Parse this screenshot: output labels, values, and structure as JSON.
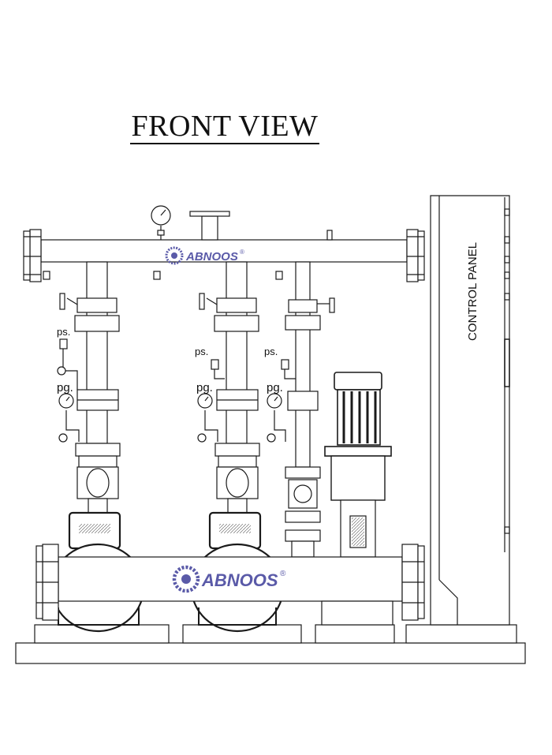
{
  "title": "FRONT VIEW",
  "brand": {
    "name": "ABNOOS",
    "reg_mark": "®",
    "color": "#5a5aa8"
  },
  "panel_label": "CONTROL PANEL",
  "instrument_labels": {
    "pressure_switch": "ps.",
    "pressure_gauge": "pg."
  },
  "colors": {
    "line": "#1a1a1a",
    "background": "#ffffff"
  }
}
